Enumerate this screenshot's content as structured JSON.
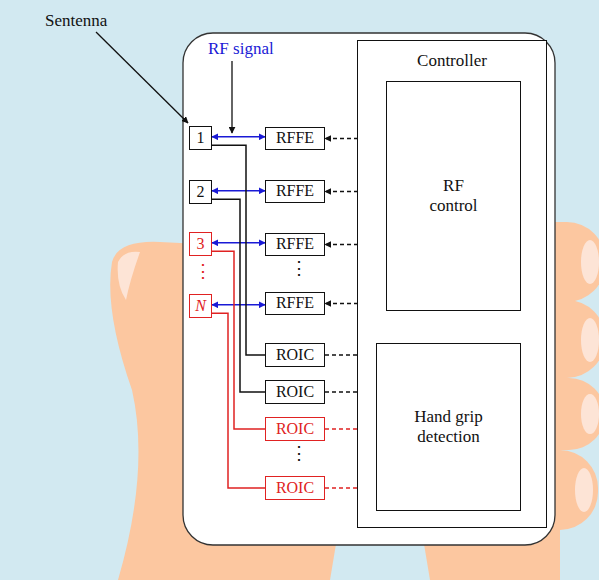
{
  "diagram": {
    "nodes": [
      {
        "text": [
          "1"
        ]
      },
      {
        "text": [
          "RFFE"
        ]
      },
      {
        "text": [
          "2"
        ]
      },
      {
        "text": [
          "RFFE"
        ]
      },
      {
        "text": [
          "3"
        ]
      },
      {
        "text": [
          "RFFE"
        ]
      },
      {
        "text": [
          "N"
        ]
      },
      {
        "text": [
          "RFFE"
        ]
      },
      {
        "text": [
          "ROIC"
        ]
      },
      {
        "text": [
          "ROIC"
        ]
      },
      {
        "text": [
          "ROIC"
        ]
      },
      {
        "text": [
          "ROIC"
        ]
      },
      {
        "text": [
          "Controller"
        ]
      },
      {
        "text": [
          "RF control"
        ],
        "in": 12
      },
      {
        "text": [
          "Hand grip detection"
        ],
        "in": 12
      }
    ],
    "edges": [
      {
        "from": 0,
        "to": 1,
        "arrow": "both"
      },
      {
        "from": 2,
        "to": 3,
        "arrow": "both"
      },
      {
        "from": 4,
        "to": 5,
        "arrow": "both"
      },
      {
        "from": 6,
        "to": 7,
        "arrow": "both"
      },
      {
        "from": 0,
        "to": 8,
        "arrow": "none"
      },
      {
        "from": 2,
        "to": 9,
        "arrow": "none"
      },
      {
        "from": 4,
        "to": 10,
        "arrow": "none"
      },
      {
        "from": 6,
        "to": 11,
        "arrow": "none"
      },
      {
        "from": 13,
        "to": 1,
        "arrow": "to"
      },
      {
        "from": 13,
        "to": 3,
        "arrow": "to"
      },
      {
        "from": 13,
        "to": 5,
        "arrow": "to"
      },
      {
        "from": 13,
        "to": 7,
        "arrow": "to"
      },
      {
        "from": 8,
        "to": 14,
        "arrow": "to"
      },
      {
        "from": 9,
        "to": 14,
        "arrow": "to"
      },
      {
        "from": 10,
        "to": 14,
        "arrow": "to"
      },
      {
        "from": 11,
        "to": 14,
        "arrow": "to"
      },
      {
        "from": 14,
        "to": 13,
        "arrow": "to"
      }
    ],
    "labels": [
      "Sentenna",
      "RF signal",
      "⋮",
      "⋮",
      "⋮"
    ]
  }
}
